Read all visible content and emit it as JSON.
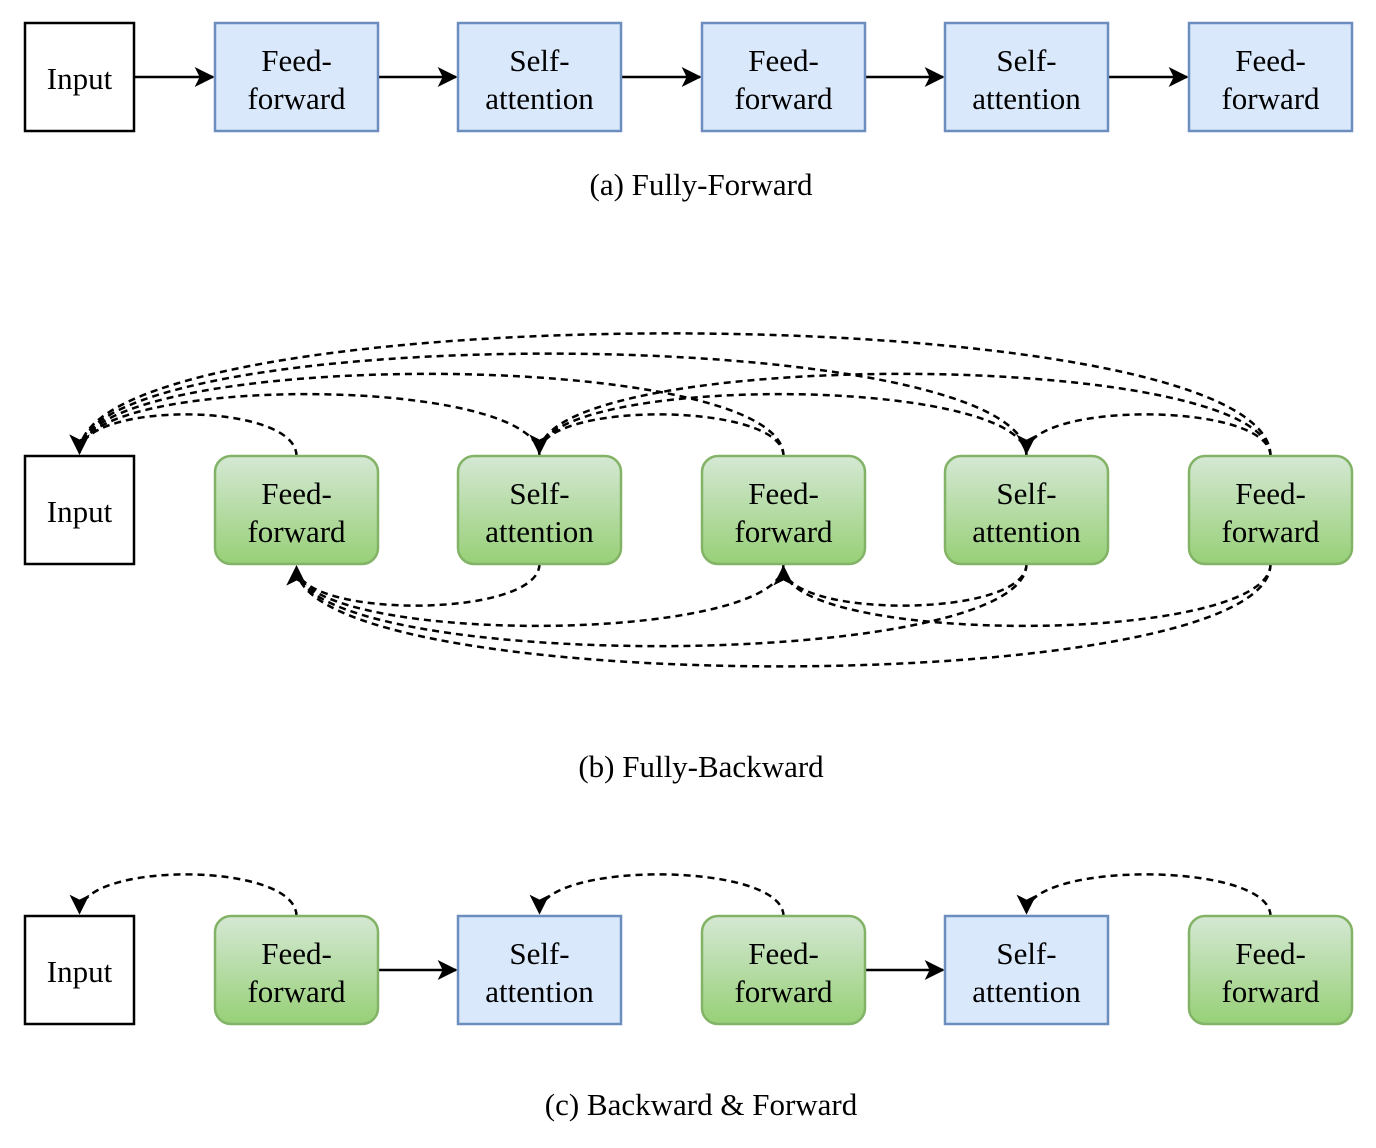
{
  "colors": {
    "white_fill": "#ffffff",
    "white_stroke": "#000000",
    "blue_fill": "#dae8fc",
    "blue_stroke": "#6c8ebf",
    "green_fill_top": "#d5e8d4",
    "green_fill_bottom": "#97d077",
    "green_stroke": "#82b366"
  },
  "panels": [
    {
      "caption": "(a) Fully-Forward",
      "nodes": [
        {
          "line1": "Input",
          "line2": "",
          "style": "white"
        },
        {
          "line1": "Feed-",
          "line2": "forward",
          "style": "blue"
        },
        {
          "line1": "Self-",
          "line2": "attention",
          "style": "blue"
        },
        {
          "line1": "Feed-",
          "line2": "forward",
          "style": "blue"
        },
        {
          "line1": "Self-",
          "line2": "attention",
          "style": "blue"
        },
        {
          "line1": "Feed-",
          "line2": "forward",
          "style": "blue"
        }
      ],
      "edges": [
        {
          "from": 0,
          "to": 1,
          "kind": "forward"
        },
        {
          "from": 1,
          "to": 2,
          "kind": "forward"
        },
        {
          "from": 2,
          "to": 3,
          "kind": "forward"
        },
        {
          "from": 3,
          "to": 4,
          "kind": "forward"
        },
        {
          "from": 4,
          "to": 5,
          "kind": "forward"
        }
      ]
    },
    {
      "caption": "(b) Fully-Backward",
      "nodes": [
        {
          "line1": "Input",
          "line2": "",
          "style": "white"
        },
        {
          "line1": "Feed-",
          "line2": "forward",
          "style": "green"
        },
        {
          "line1": "Self-",
          "line2": "attention",
          "style": "green"
        },
        {
          "line1": "Feed-",
          "line2": "forward",
          "style": "green"
        },
        {
          "line1": "Self-",
          "line2": "attention",
          "style": "green"
        },
        {
          "line1": "Feed-",
          "line2": "forward",
          "style": "green"
        }
      ],
      "edges": [
        {
          "from": 1,
          "to": 0,
          "kind": "backward-top"
        },
        {
          "from": 3,
          "to": 0,
          "kind": "backward-top"
        },
        {
          "from": 5,
          "to": 0,
          "kind": "backward-top"
        },
        {
          "from": 3,
          "to": 2,
          "kind": "backward-top"
        },
        {
          "from": 5,
          "to": 2,
          "kind": "backward-top"
        },
        {
          "from": 5,
          "to": 4,
          "kind": "backward-top"
        },
        {
          "from": 2,
          "to": 0,
          "kind": "backward-top"
        },
        {
          "from": 4,
          "to": 0,
          "kind": "backward-top"
        },
        {
          "from": 4,
          "to": 2,
          "kind": "backward-top"
        },
        {
          "from": 2,
          "to": 1,
          "kind": "backward-bottom"
        },
        {
          "from": 3,
          "to": 1,
          "kind": "backward-bottom"
        },
        {
          "from": 4,
          "to": 1,
          "kind": "backward-bottom"
        },
        {
          "from": 5,
          "to": 1,
          "kind": "backward-bottom"
        },
        {
          "from": 4,
          "to": 3,
          "kind": "backward-bottom"
        },
        {
          "from": 5,
          "to": 3,
          "kind": "backward-bottom"
        }
      ]
    },
    {
      "caption": "(c) Backward & Forward",
      "nodes": [
        {
          "line1": "Input",
          "line2": "",
          "style": "white"
        },
        {
          "line1": "Feed-",
          "line2": "forward",
          "style": "green"
        },
        {
          "line1": "Self-",
          "line2": "attention",
          "style": "blue"
        },
        {
          "line1": "Feed-",
          "line2": "forward",
          "style": "green"
        },
        {
          "line1": "Self-",
          "line2": "attention",
          "style": "blue"
        },
        {
          "line1": "Feed-",
          "line2": "forward",
          "style": "green"
        }
      ],
      "edges": [
        {
          "from": 1,
          "to": 0,
          "kind": "backward-top"
        },
        {
          "from": 3,
          "to": 2,
          "kind": "backward-top"
        },
        {
          "from": 5,
          "to": 4,
          "kind": "backward-top"
        },
        {
          "from": 1,
          "to": 2,
          "kind": "forward"
        },
        {
          "from": 3,
          "to": 4,
          "kind": "forward"
        }
      ]
    }
  ]
}
